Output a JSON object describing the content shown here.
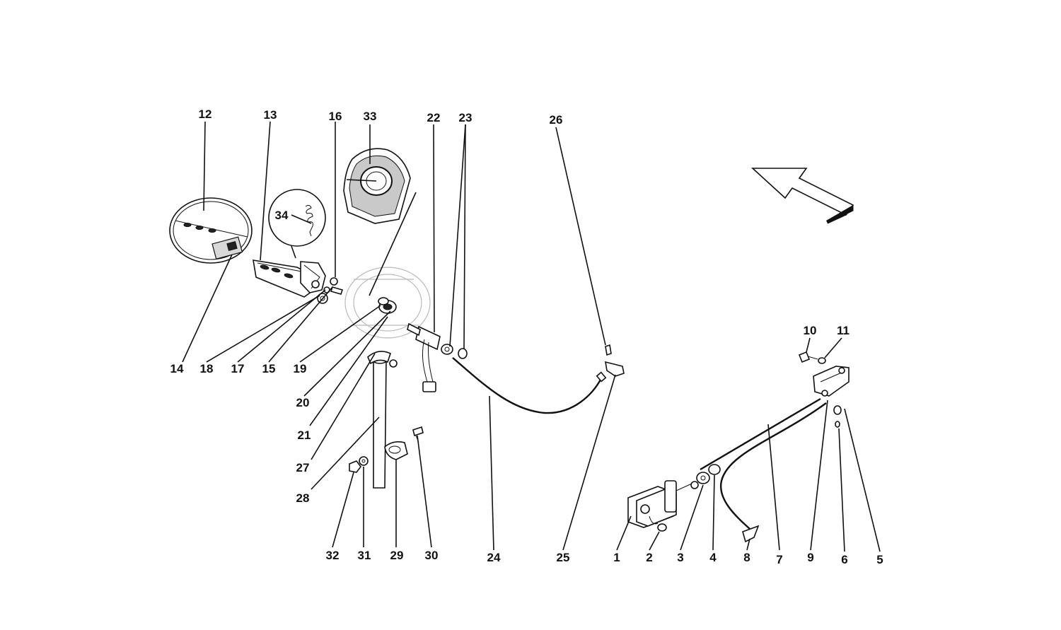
{
  "diagram": {
    "callouts": [
      {
        "id": "12",
        "text": "12"
      },
      {
        "id": "13",
        "text": "13"
      },
      {
        "id": "16",
        "text": "16"
      },
      {
        "id": "33",
        "text": "33"
      },
      {
        "id": "22",
        "text": "22"
      },
      {
        "id": "23",
        "text": "23"
      },
      {
        "id": "26",
        "text": "26"
      },
      {
        "id": "34",
        "text": "34"
      },
      {
        "id": "14",
        "text": "14"
      },
      {
        "id": "18",
        "text": "18"
      },
      {
        "id": "17",
        "text": "17"
      },
      {
        "id": "15",
        "text": "15"
      },
      {
        "id": "19",
        "text": "19"
      },
      {
        "id": "20",
        "text": "20"
      },
      {
        "id": "21",
        "text": "21"
      },
      {
        "id": "27",
        "text": "27"
      },
      {
        "id": "28",
        "text": "28"
      },
      {
        "id": "32",
        "text": "32"
      },
      {
        "id": "31",
        "text": "31"
      },
      {
        "id": "29",
        "text": "29"
      },
      {
        "id": "30",
        "text": "30"
      },
      {
        "id": "24",
        "text": "24"
      },
      {
        "id": "25",
        "text": "25"
      },
      {
        "id": "1",
        "text": "1"
      },
      {
        "id": "2",
        "text": "2"
      },
      {
        "id": "3",
        "text": "3"
      },
      {
        "id": "4",
        "text": "4"
      },
      {
        "id": "8",
        "text": "8"
      },
      {
        "id": "7",
        "text": "7"
      },
      {
        "id": "9",
        "text": "9"
      },
      {
        "id": "6",
        "text": "6"
      },
      {
        "id": "5",
        "text": "5"
      },
      {
        "id": "10",
        "text": "10"
      },
      {
        "id": "11",
        "text": "11"
      }
    ],
    "direction_arrow": "arrow-icon"
  }
}
